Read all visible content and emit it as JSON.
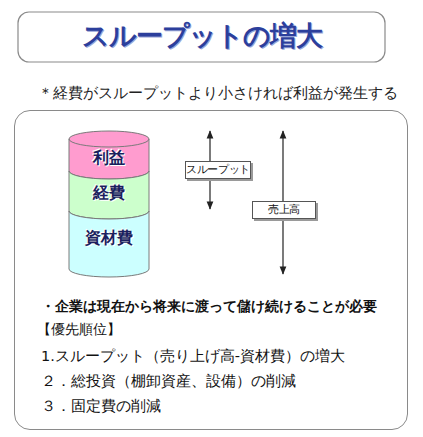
{
  "diagram": {
    "title": "スループットの増大",
    "nodes": [
      {
        "text": [
          "・企業は現在から将来に渡って儲け続けることが必要",
          "【優先順位】",
          "1.スループット（売り上げ高-資材費）の増大",
          "２．総投資（棚卸資産、設備）の削減",
          "３．固定費の削減"
        ]
      },
      {
        "text": [
          "利益"
        ],
        "in": 0
      },
      {
        "text": [
          "経費"
        ],
        "in": 0
      },
      {
        "text": [
          "資材費"
        ],
        "in": 0
      },
      {
        "text": [
          "スループット"
        ],
        "in": 0
      },
      {
        "text": [
          "売上高"
        ],
        "in": 0
      }
    ],
    "labels": [
      "＊経費がスループットより小さければ利益が発生する"
    ]
  }
}
